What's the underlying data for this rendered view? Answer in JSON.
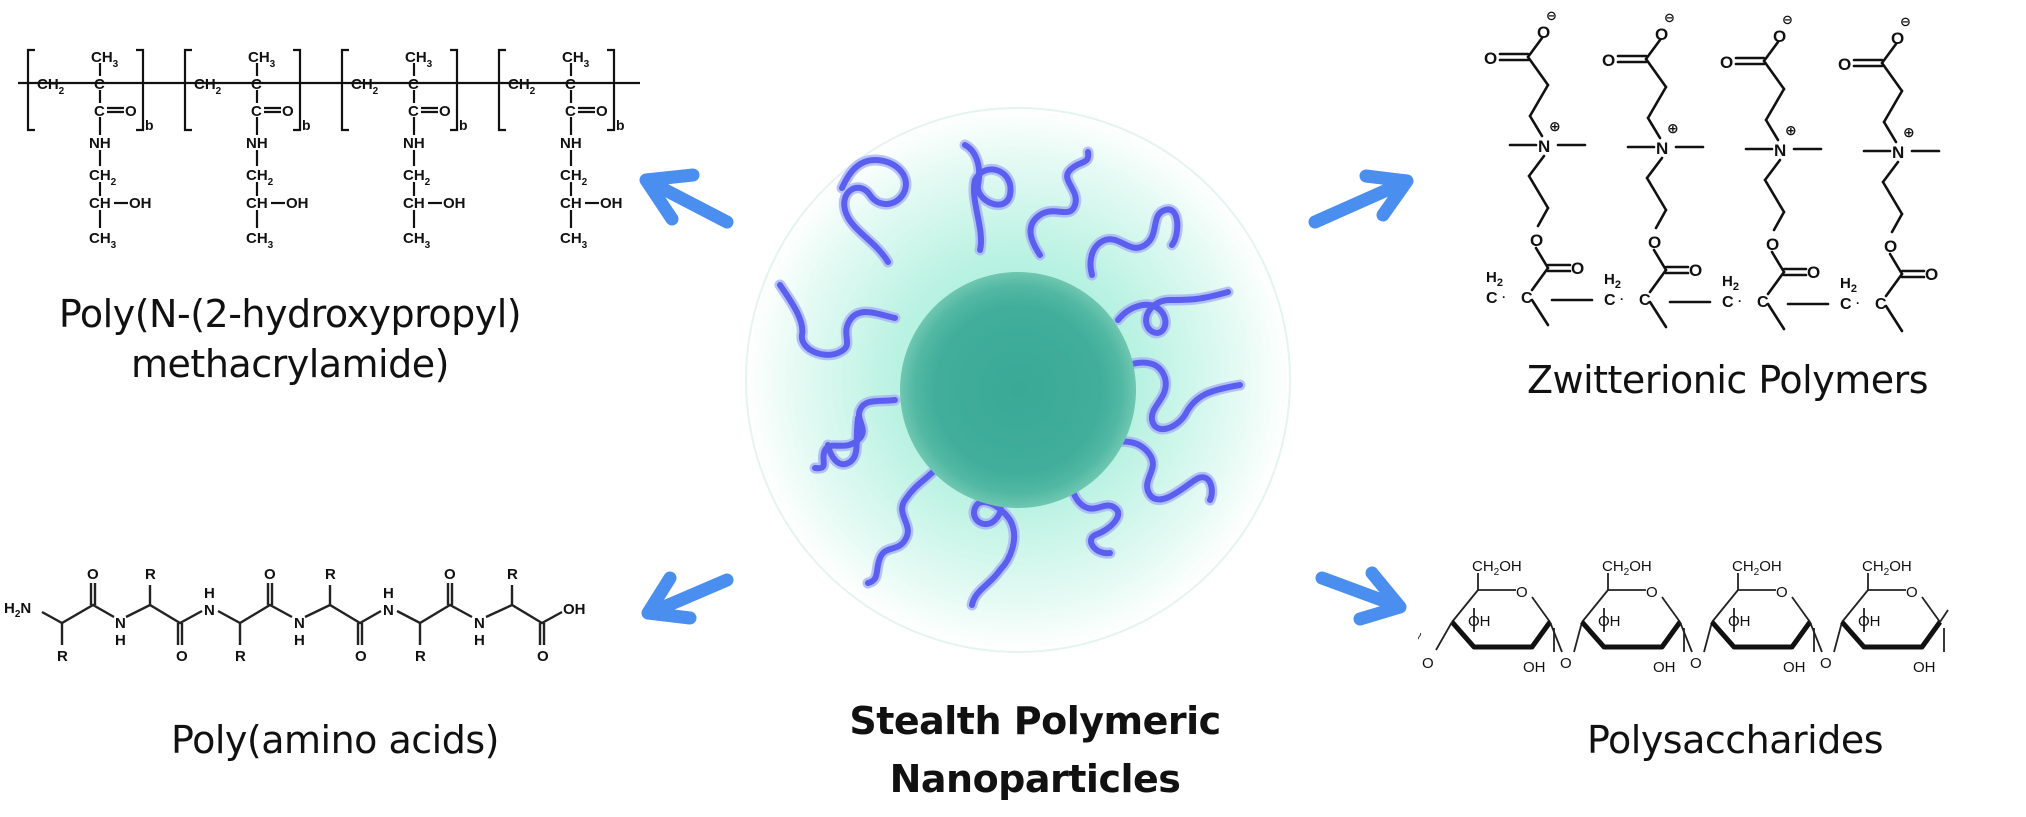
{
  "figure": {
    "center": {
      "title_line1": "Stealth Polymeric",
      "title_line2": "Nanoparticles",
      "core_color": "#3fae9c",
      "core_edge_color": "#66c4ae",
      "halo_color": "#b9f2e2",
      "chain_color": "#5a5ff0"
    },
    "arrow_color": "#4a8ff0",
    "panels": {
      "top_left": {
        "label_line1": "Poly(N-(2-hydroxypropyl)",
        "label_line2": "methacrylamide)",
        "structure": {
          "repeat_units": 4,
          "atoms": [
            "CH3",
            "CH2",
            "C",
            "C=O",
            "NH",
            "CH2",
            "CH",
            "OH",
            "CH3"
          ],
          "subscript": "b"
        }
      },
      "top_right": {
        "label": "Zwitterionic Polymers",
        "structure": {
          "repeat_units": 4,
          "atoms": [
            "O",
            "O⁻",
            "N⁺",
            "O",
            "O",
            "H2",
            "C",
            "C"
          ],
          "charges": [
            "⊖",
            "⊕"
          ]
        }
      },
      "bottom_left": {
        "label": "Poly(amino acids)",
        "structure": {
          "start": "H2N",
          "end": "OH",
          "side_group": "R",
          "residues": 6
        }
      },
      "bottom_right": {
        "label": "Polysaccharides",
        "structure": {
          "repeat_units": 4,
          "substituents": [
            "CH2OH",
            "OH",
            "OH",
            "O"
          ]
        }
      }
    }
  }
}
